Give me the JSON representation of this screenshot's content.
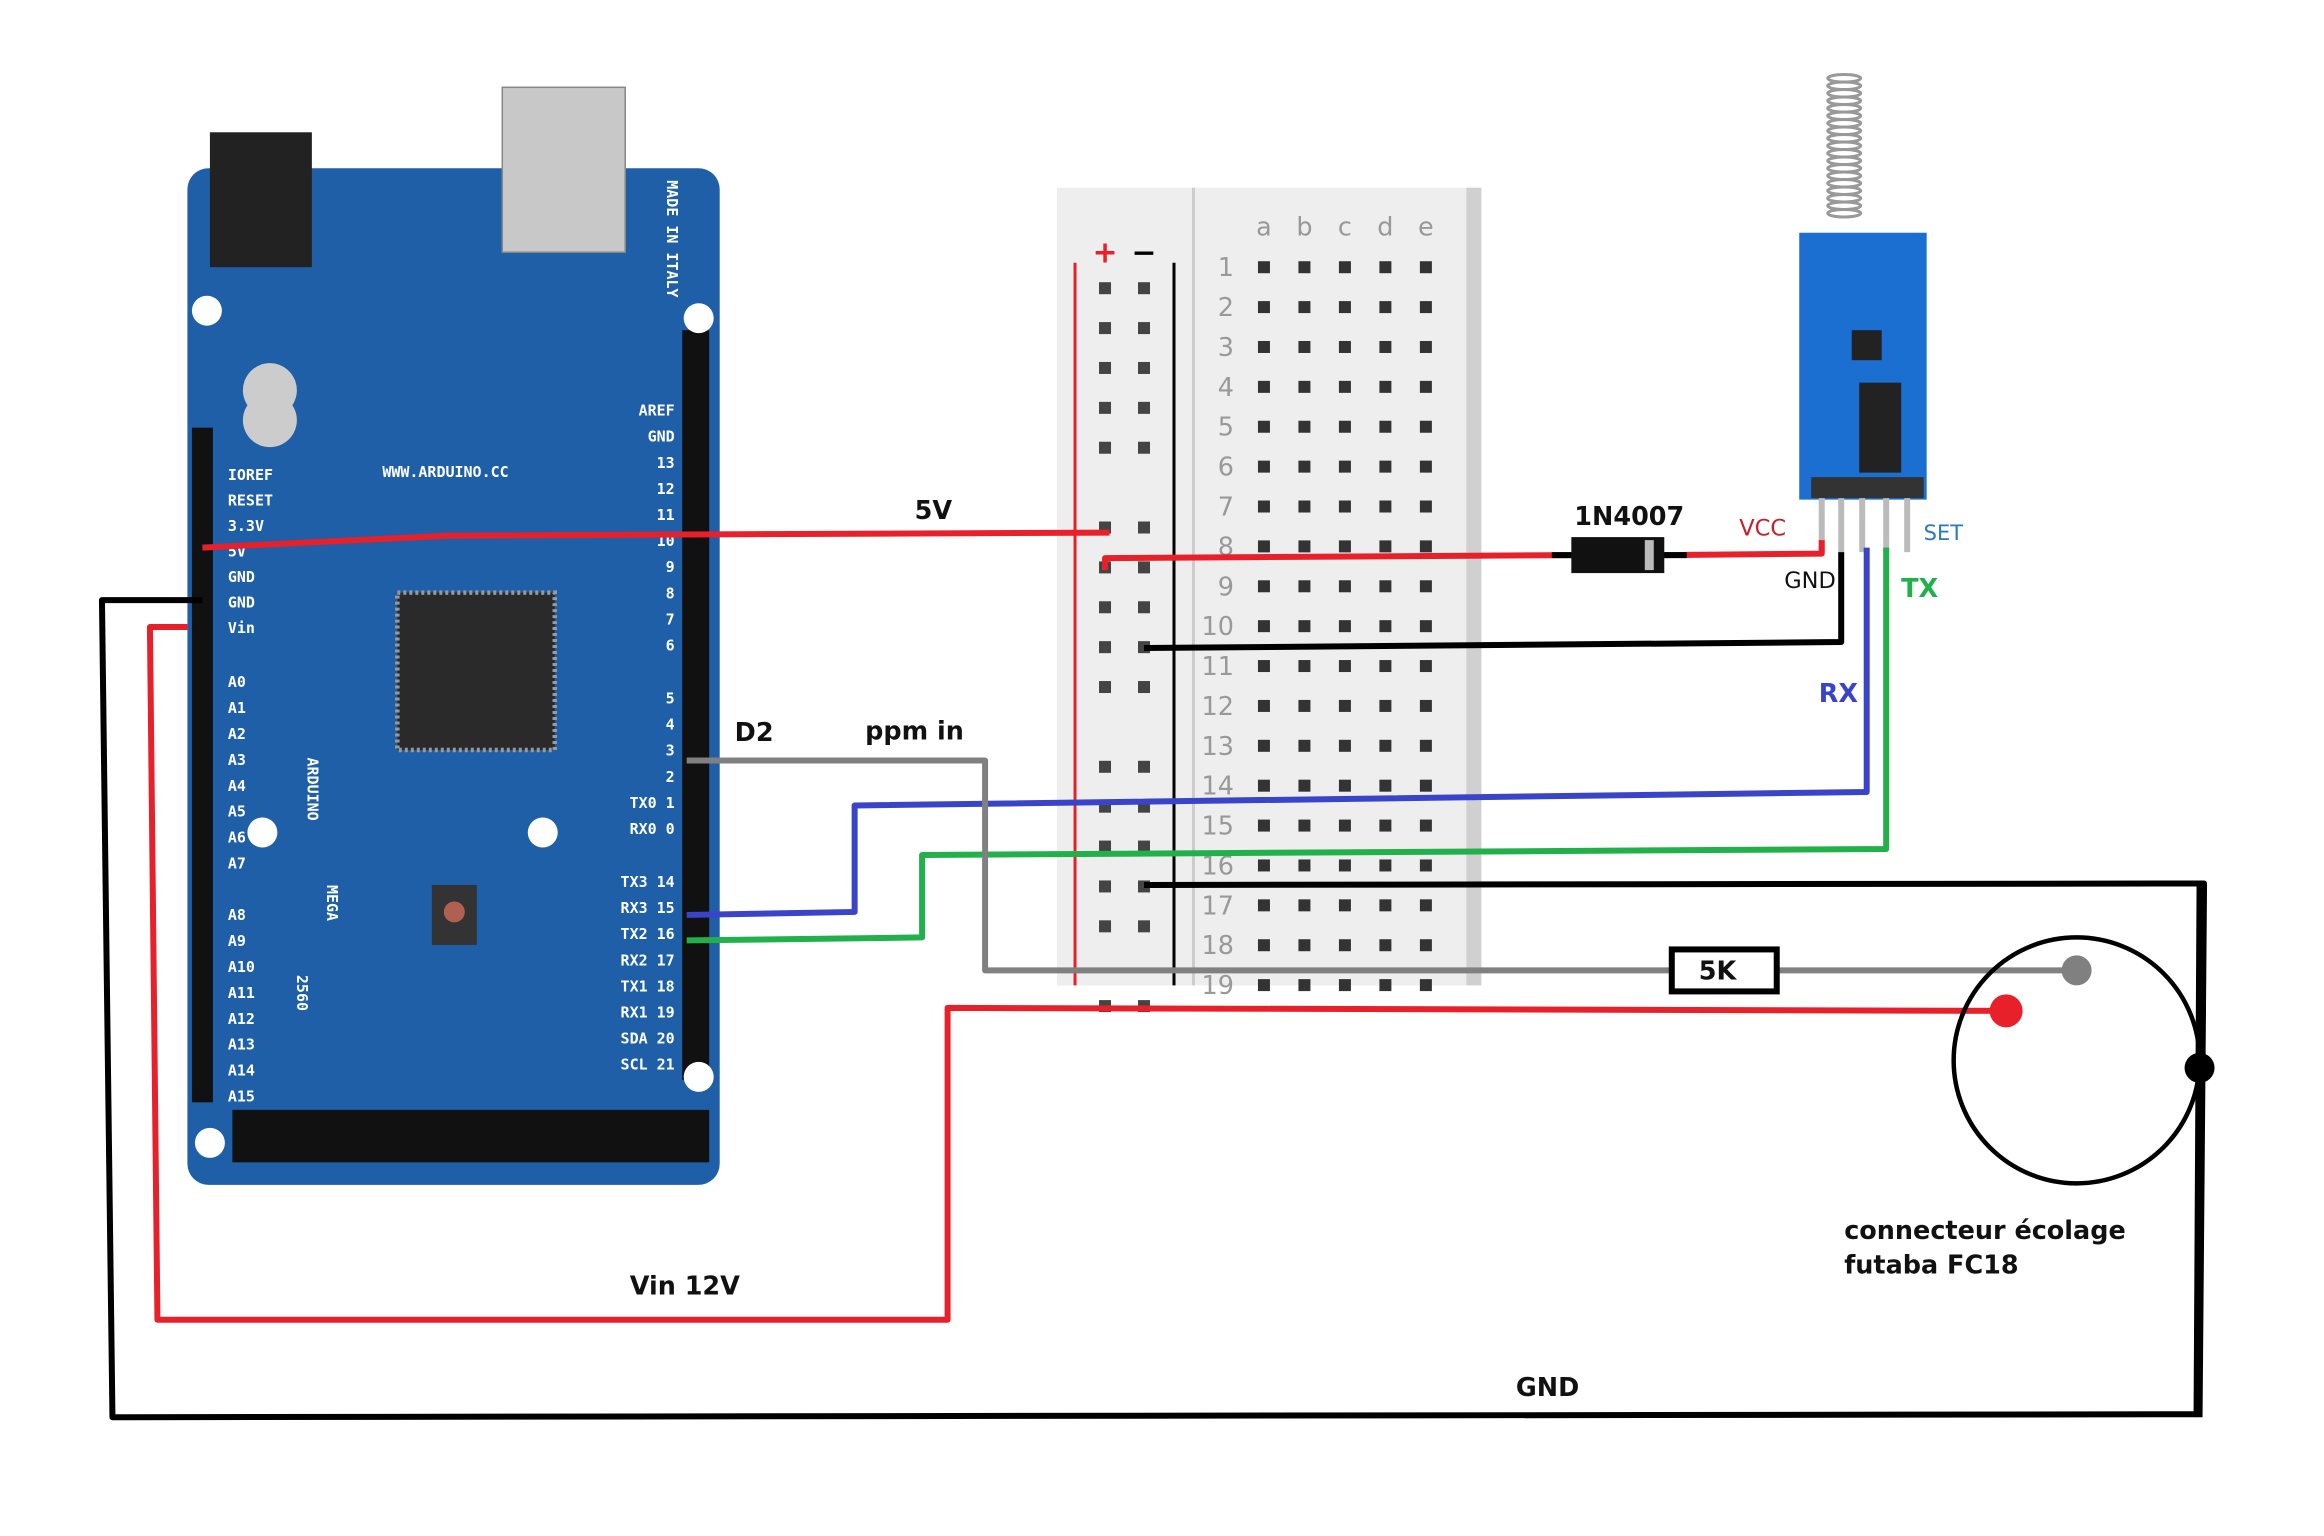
{
  "labels": {
    "five_v": "5V",
    "d2": "D2",
    "ppm_in": "ppm in",
    "vin": "Vin 12V",
    "gnd_bottom": "GND",
    "resistor": "5K",
    "diode": "1N4007",
    "vcc": "VCC",
    "gnd_module": "GND",
    "tx": "TX",
    "rx": "RX",
    "set": "SET",
    "connector_line1": "connecteur écolage",
    "connector_line2": "futaba FC18"
  },
  "breadboard": {
    "columns": [
      "a",
      "b",
      "c",
      "d",
      "e"
    ],
    "rows": [
      "1",
      "2",
      "3",
      "4",
      "5",
      "6",
      "7",
      "8",
      "9",
      "10",
      "11",
      "12",
      "13",
      "14",
      "15",
      "16",
      "17",
      "18",
      "19"
    ],
    "plus": "+",
    "minus": "−"
  },
  "board_lettering": {
    "brand": "ARDUINO",
    "model": "MEGA",
    "number": "2560",
    "made": "MADE IN ITALY",
    "site": "WWW.ARDUINO.CC",
    "power_pins": [
      "IOREF",
      "RESET",
      "3.3V",
      "5V",
      "GND",
      "GND",
      "Vin"
    ],
    "analog_pins": [
      "A0",
      "A1",
      "A2",
      "A3",
      "A4",
      "A5",
      "A6",
      "A7",
      "A8",
      "A9",
      "A10",
      "A11",
      "A12",
      "A13",
      "A14",
      "A15"
    ],
    "digital_pins": [
      "AREF",
      "GND",
      "13",
      "12",
      "11",
      "10",
      "9",
      "8",
      "7",
      "6",
      "5",
      "4",
      "3",
      "2",
      "TX0 1",
      "RX0 0",
      "TX3 14",
      "RX3 15",
      "TX2 16",
      "RX2 17",
      "TX1 18",
      "RX1 19",
      "SDA 20",
      "SCL 21"
    ]
  },
  "colors": {
    "power": "#e8202a",
    "ground": "#000000",
    "rx": "#3a44c8",
    "tx": "#22b04a",
    "signal": "#808080",
    "board": "#1f5fa8",
    "module": "#1a6fd0",
    "vcc_label": "#c8202a",
    "set_label": "#2a7ab8"
  }
}
